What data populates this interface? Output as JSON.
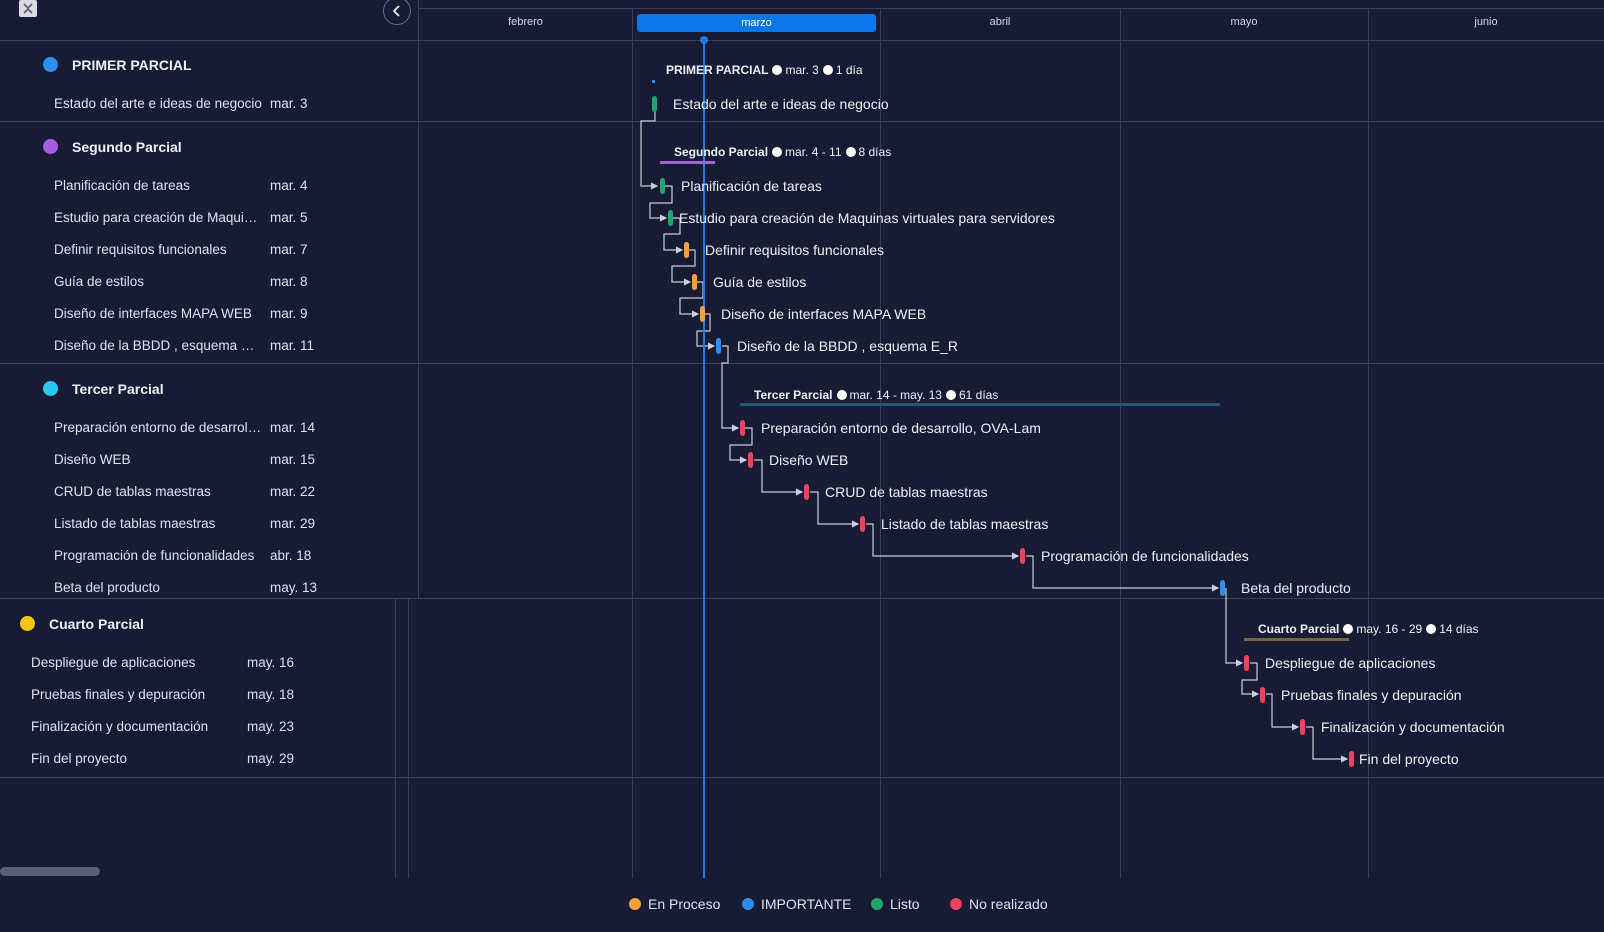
{
  "colors": {
    "background": "#181b34",
    "today_line": "#1a7de8",
    "en_proceso": "#f5a03a",
    "importante": "#2c8ff0",
    "listo": "#1ea66a",
    "no_realizado": "#e8455c",
    "connector": "#c9ccd8"
  },
  "icons": {
    "collapse_icon": "compress-icon",
    "back_icon": "chevron-left-icon"
  },
  "timeline": {
    "months": [
      "febrero",
      "marzo",
      "abril",
      "mayo",
      "junio"
    ],
    "active_month": "marzo"
  },
  "groups": [
    {
      "title": "PRIMER PARCIAL",
      "color": "#2c8ff0",
      "header": {
        "name": "PRIMER PARCIAL",
        "dates": "mar. 3",
        "duration": "1 día"
      },
      "tasks": [
        {
          "name": "Estado del arte e ideas de negocio",
          "date": "mar. 3",
          "status_color": "#1ea66a"
        }
      ]
    },
    {
      "title": "Segundo Parcial",
      "color": "#a55ee0",
      "header": {
        "name": "Segundo Parcial",
        "dates": "mar. 4 - 11",
        "duration": "8 días"
      },
      "tasks": [
        {
          "name": "Planificación de tareas",
          "date": "mar. 4",
          "status_color": "#1ea66a"
        },
        {
          "name": "Estudio para creación de Maquinas virtuales para servidores",
          "date": "mar. 5",
          "status_color": "#1ea66a"
        },
        {
          "name": "Definir requisitos funcionales",
          "date": "mar. 7",
          "status_color": "#f5a03a"
        },
        {
          "name": "Guía de estilos",
          "date": "mar. 8",
          "status_color": "#f5a03a"
        },
        {
          "name": "Diseño de interfaces MAPA WEB",
          "date": "mar. 9",
          "status_color": "#f5a03a"
        },
        {
          "name": "Diseño de la BBDD , esquema E_R",
          "date": "mar. 11",
          "status_color": "#2c8ff0"
        }
      ]
    },
    {
      "title": "Tercer Parcial",
      "color": "#28c8f0",
      "header": {
        "name": "Tercer Parcial",
        "dates": "mar. 14 - may. 13",
        "duration": "61 días"
      },
      "tasks": [
        {
          "name": "Preparación entorno de desarrollo, OVA-Lam",
          "date": "mar. 14",
          "status_color": "#e8455c"
        },
        {
          "name": "Diseño WEB",
          "date": "mar. 15",
          "status_color": "#e8455c"
        },
        {
          "name": "CRUD de tablas maestras",
          "date": "mar. 22",
          "status_color": "#e8455c"
        },
        {
          "name": "Listado de tablas maestras",
          "date": "mar. 29",
          "status_color": "#e8455c"
        },
        {
          "name": "Programación de funcionalidades",
          "date": "abr. 18",
          "status_color": "#e8455c"
        },
        {
          "name": "Beta del producto",
          "date": "may. 13",
          "status_color": "#2c8ff0"
        }
      ]
    },
    {
      "title": "Cuarto Parcial",
      "color": "#f5c518",
      "header": {
        "name": "Cuarto Parcial",
        "dates": "may. 16 - 29",
        "duration": "14 días"
      },
      "tasks": [
        {
          "name": "Despliegue de aplicaciones",
          "date": "may. 16",
          "status_color": "#e8455c"
        },
        {
          "name": "Pruebas finales y depuración",
          "date": "may. 18",
          "status_color": "#e8455c"
        },
        {
          "name": "Finalización y documentación",
          "date": "may. 23",
          "status_color": "#e8455c"
        },
        {
          "name": "Fin del proyecto",
          "date": "may. 29",
          "status_color": "#e8455c"
        }
      ]
    }
  ],
  "legend": [
    {
      "label": "En Proceso",
      "color": "#f5a03a"
    },
    {
      "label": "IMPORTANTE",
      "color": "#2c8ff0"
    },
    {
      "label": "Listo",
      "color": "#1ea66a"
    },
    {
      "label": "No realizado",
      "color": "#e8455c"
    }
  ]
}
